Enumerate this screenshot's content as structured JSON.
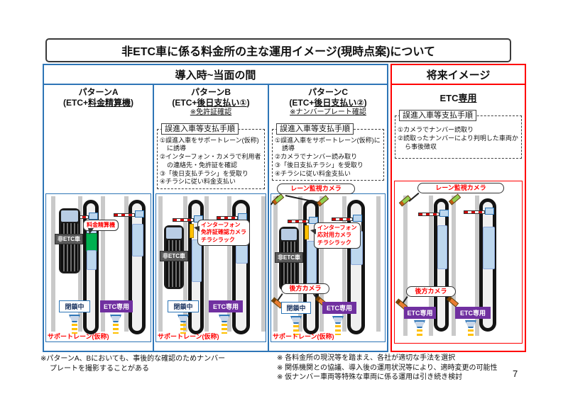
{
  "title": "非ETC車に係る料金所の主な運用イメージ(現時点案)について",
  "sections": {
    "current": {
      "header": "導入時~当面の間"
    },
    "future": {
      "header": "将来イメージ"
    }
  },
  "patterns": {
    "a": {
      "name": "パターンA",
      "sub_prefix": "(ETC+",
      "sub_main": "料金精算機",
      "sub_suffix": ")"
    },
    "b": {
      "name": "パターンB",
      "sub_prefix": "(ETC+",
      "sub_main": "後日支払い①",
      "sub_suffix": ")",
      "note": "※免許証確認"
    },
    "c": {
      "name": "パターンC",
      "sub_prefix": "(ETC+",
      "sub_main": "後日支払い②",
      "sub_suffix": ")",
      "note": "※ナンバープレート確認"
    },
    "future": {
      "name_prefix": "ETC",
      "name_main": "専用"
    }
  },
  "procedures": {
    "title": "誤進入車等支払手順",
    "b": [
      "①誤進入車をサポートレーン(仮称)に誘導",
      "②インターフォン・カメラで利用者の連絡先・免許証を確認",
      "③「後日支払チラシ」を受取り",
      "④チラシに従い料金支払い"
    ],
    "c": [
      "①誤進入車をサポートレーン(仮称)に誘導",
      "②カメラでナンバー読み取り",
      "③「後日支払チラシ」を受取り",
      "④チラシに従い料金支払い"
    ],
    "future": [
      "①カメラでナンバー読取り",
      "②読取ったナンバーにより判明した車両から事後徴収"
    ]
  },
  "diagram_labels": {
    "non_etc_car": "非ETC車",
    "payment_machine": "料金精算機",
    "bubble_b": [
      "インターフォン",
      "免許証確認カメラ",
      "チラシラック"
    ],
    "bubble_c": [
      "インターフォン",
      "応対用カメラ",
      "チラシラック"
    ],
    "lane_camera": "レーン監視カメラ",
    "rear_camera": "後方カメラ",
    "closed": "閉鎖中",
    "etc_only": "ETC専用",
    "support_lane": "サポートレーン(仮称)"
  },
  "footnotes": {
    "left": [
      "※パターンA、Bにおいても、事後的な確認のためナンバー",
      "プレートを撮影することがある"
    ],
    "right": [
      "※ 各料金所の現況等を踏まえ、各社が適切な手法を選択",
      "※ 関係機関との協議、導入後の運用状況等により、適時変更の可能性",
      "※ 仮ナンバー車両等特殊な車両に係る運用は引き続き検討"
    ]
  },
  "page_number": "7",
  "colors": {
    "section_current_border": "#2E75B6",
    "section_future_border": "#FF0000",
    "etc_only_badge": "#7030A0",
    "payment_machine_green": "#00B050",
    "booth_blue": "#BDD7EE",
    "alert_text_red": "#FF0000"
  }
}
